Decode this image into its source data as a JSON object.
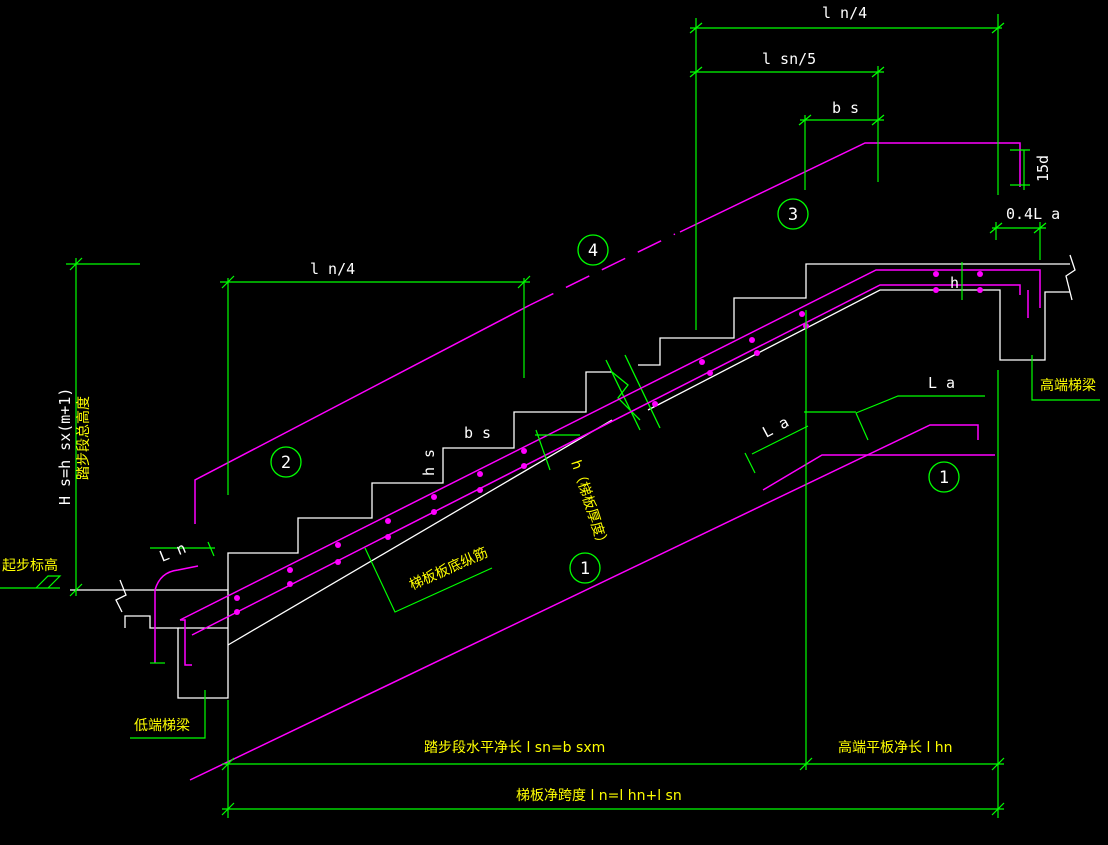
{
  "colors": {
    "background": "#000000",
    "dimension": "#00ff00",
    "outline": "#ffffff",
    "rebar": "#ff00ff",
    "label_en": "#ffffff",
    "label_cn": "#ffff00"
  },
  "dims": {
    "ln4_top": "l n/4",
    "lsn5": "l sn/5",
    "bs_top": "b s",
    "d15": "15d",
    "la04": "0.4L a",
    "ln4_left": "l n/4",
    "bs_mid": "b s",
    "hs": "h s",
    "h_right": "h",
    "ln_left": "L n",
    "la_1": "L a",
    "la_2": "L a"
  },
  "labels": {
    "h_thickness": "h（梯板厚度）",
    "hs_total": "H s=h sx(m+1)",
    "hs_total_cn": "踏步段总高度",
    "start_elev": "起步标高",
    "bottom_rebar": "梯板板底纵筋",
    "low_beam": "低端梯梁",
    "high_beam": "高端梯梁",
    "step_len": "踏步段水平净长 l sn=b sxm",
    "high_plate_len": "高端平板净长 l hn",
    "net_span": "梯板净跨度 l n=l hn+l sn"
  },
  "circles": {
    "c1a": "1",
    "c1b": "1",
    "c2": "2",
    "c3": "3",
    "c4": "4"
  }
}
